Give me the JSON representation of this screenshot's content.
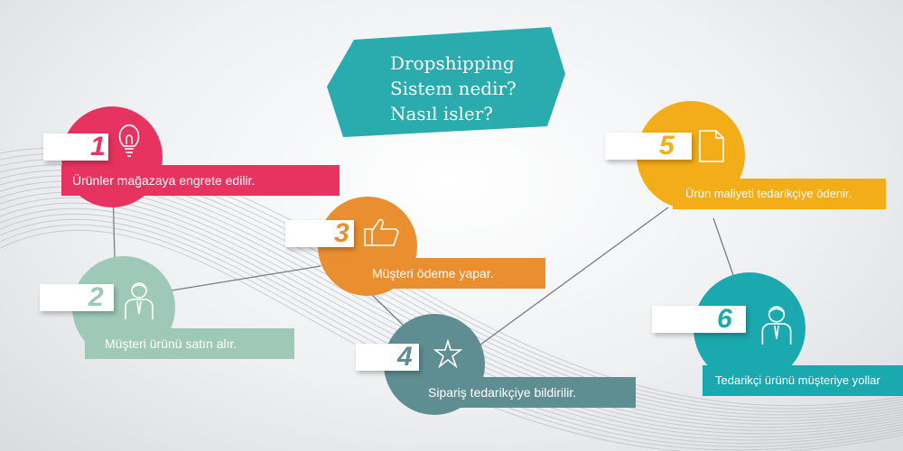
{
  "title": {
    "line1": "Dropshipping",
    "line2": "Sistem nedir?",
    "line3": "Nasıl isler?"
  },
  "colors": {
    "red": "#e6335f",
    "green": "#9ec8b8",
    "orange": "#e98f2f",
    "slate": "#5f8e92",
    "yellow": "#f3ad18",
    "teal": "#1aa9ae",
    "title_box": "#2aacaf"
  },
  "steps": [
    {
      "number": "1",
      "text": "Ürünler mağazaya engrete edilir.",
      "icon": "lightbulb-icon",
      "color": "red"
    },
    {
      "number": "2",
      "text": "Müşteri ürünü satın alır.",
      "icon": "person-icon",
      "color": "green"
    },
    {
      "number": "3",
      "text": "Müşteri ödeme yapar.",
      "icon": "thumbs-up-icon",
      "color": "orange"
    },
    {
      "number": "4",
      "text": "Sipariş tedarikçiye bildirilir.",
      "icon": "star-icon",
      "color": "slate"
    },
    {
      "number": "5",
      "text": "Ürün maliyeti tedarikçiye ödenir.",
      "icon": "document-icon",
      "color": "yellow"
    },
    {
      "number": "6",
      "text": "Tedarikçi ürünü müşteriye yollar",
      "icon": "person-icon",
      "color": "teal"
    }
  ]
}
